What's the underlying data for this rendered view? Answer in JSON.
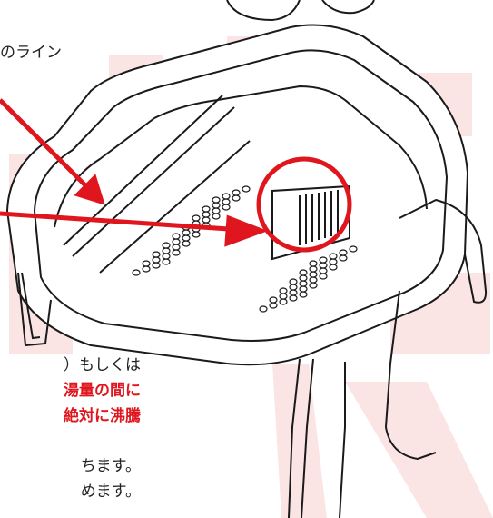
{
  "instruction_text": {
    "top_line": "のライン",
    "line1": "）もしくは",
    "line2": "湯量の間に",
    "line3": "絶対に沸騰",
    "line4": "ちます。",
    "line5": "めます。"
  },
  "colors": {
    "accent_red": "#e0161e",
    "watermark_pink": "#fbe4e4",
    "line_art": "#1a1a1a",
    "text_dark": "#222222"
  },
  "icons": [
    "foot-bath-basin-illustration",
    "arrow-to-water-line",
    "arrow-to-brush-detail",
    "highlight-circle"
  ]
}
